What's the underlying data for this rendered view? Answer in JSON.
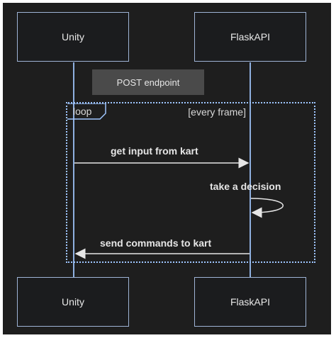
{
  "participants": {
    "top_left": "Unity",
    "top_right": "FlaskAPI",
    "bottom_left": "Unity",
    "bottom_right": "FlaskAPI"
  },
  "note": "POST endpoint",
  "loop": {
    "label": "loop",
    "condition": "[every frame]"
  },
  "messages": {
    "m1": "get input from kart",
    "m2": "take a decision",
    "m3": "send commands to kart"
  }
}
